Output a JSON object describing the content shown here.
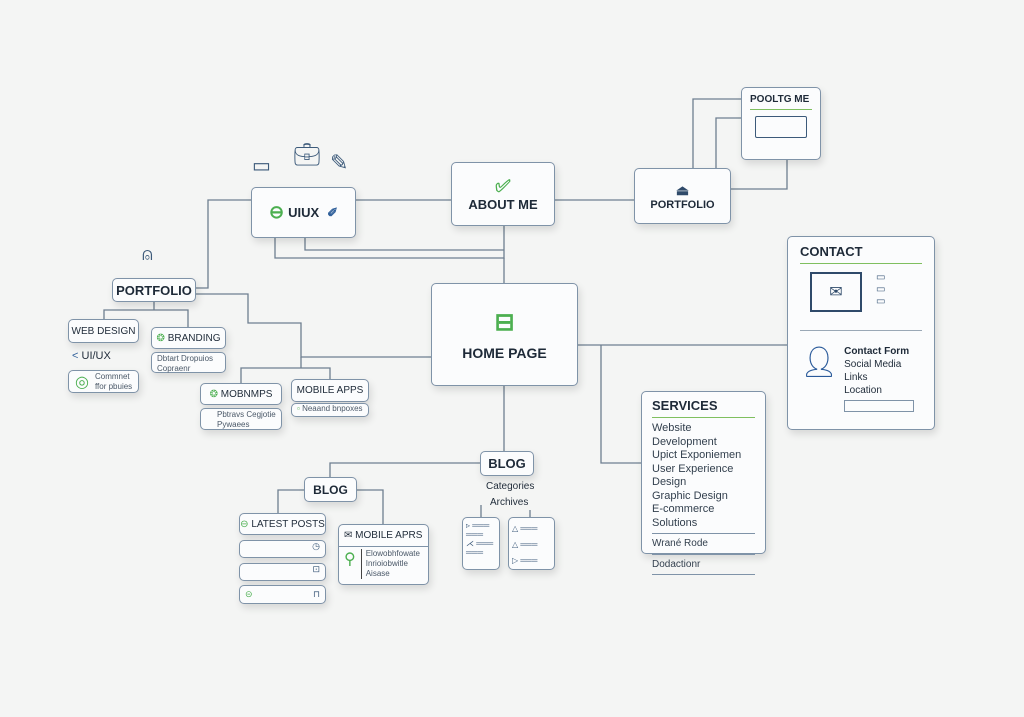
{
  "nodes": {
    "uiux": "UIUX",
    "about": "ABOUT ME",
    "portfolio_top": "PORTFOLIO",
    "poolt": "POOLTG ME",
    "home": "HOME PAGE",
    "portfolio_left": "PORTFOLIO",
    "web_design": "WEB DESIGN",
    "uiux_small": "UI/UX",
    "comment": [
      "Commnet",
      "ffor pbuies"
    ],
    "branding": "BRANDING",
    "branding_sub": [
      "Dbtart Dropuios",
      "Copraenr"
    ],
    "mobnmps": "MOBNMPS",
    "mobnmps_sub": [
      "Pbtravs Cegjotie",
      "Pywaees"
    ],
    "mobile_apps": "MOBILE APPS",
    "mobile_apps_sub": "Neaand bnpoxes",
    "blog_right": "BLOG",
    "categories": "Categories",
    "archives": "Archives",
    "blog_left": "BLOG",
    "latest_posts": "LATEST POSTS",
    "mobile_aprs": "MOBILE APRS",
    "mobile_aprs_sub": [
      "Elowobhfowate",
      "Inrioiobwitle",
      "Aisase"
    ]
  },
  "contact": {
    "title": "CONTACT",
    "items": [
      "Contact Form",
      "Social Media Links",
      "Location"
    ]
  },
  "services": {
    "title": "SERVICES",
    "items": [
      "Website Development",
      "Upict Exponiemen",
      "User Experience Design",
      "Graphic Design",
      "E-commerce",
      "Solutions"
    ],
    "extra": [
      "Wrané Rode",
      "Dodactionr"
    ]
  },
  "colors": {
    "accent": "#4caf50",
    "line": "#6e7f90",
    "border": "#7f93a8"
  }
}
